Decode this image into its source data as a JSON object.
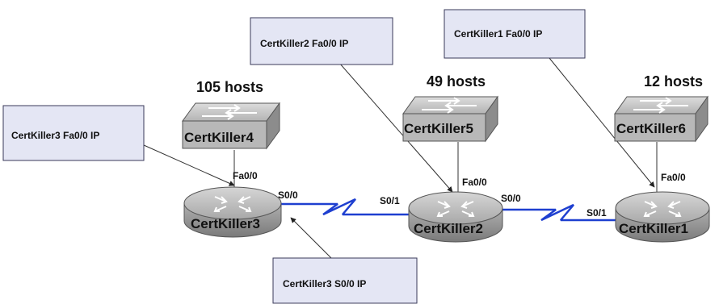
{
  "callouts": [
    {
      "id": "ck3-fa",
      "text": "CertKiller3 Fa0/0 IP"
    },
    {
      "id": "ck2-fa",
      "text": "CertKiller2 Fa0/0 IP"
    },
    {
      "id": "ck1-fa",
      "text": "CertKiller1 Fa0/0 IP"
    },
    {
      "id": "ck3-s0",
      "text": "CertKiller3 S0/0 IP"
    }
  ],
  "host_counts": {
    "ck4": "105 hosts",
    "ck5": "49 hosts",
    "ck6": "12 hosts"
  },
  "switches": {
    "ck4": "CertKiller4",
    "ck5": "CertKiller5",
    "ck6": "CertKiller6"
  },
  "routers": {
    "ck3": "CertKiller3",
    "ck2": "CertKiller2",
    "ck1": "CertKiller1"
  },
  "interfaces": {
    "ck3_fa": "Fa0/0",
    "ck3_s00": "S0/0",
    "ck2_s01": "S0/1",
    "ck2_fa": "Fa0/0",
    "ck2_s00": "S0/0",
    "ck1_s01": "S0/1",
    "ck1_fa": "Fa0/0"
  },
  "colors": {
    "callout_fill": "#e4e6f4",
    "callout_stroke": "#3a3a5a",
    "device_top": "#c8c8c8",
    "device_side": "#9a9a9a",
    "serial_link": "#1e3fd0"
  }
}
